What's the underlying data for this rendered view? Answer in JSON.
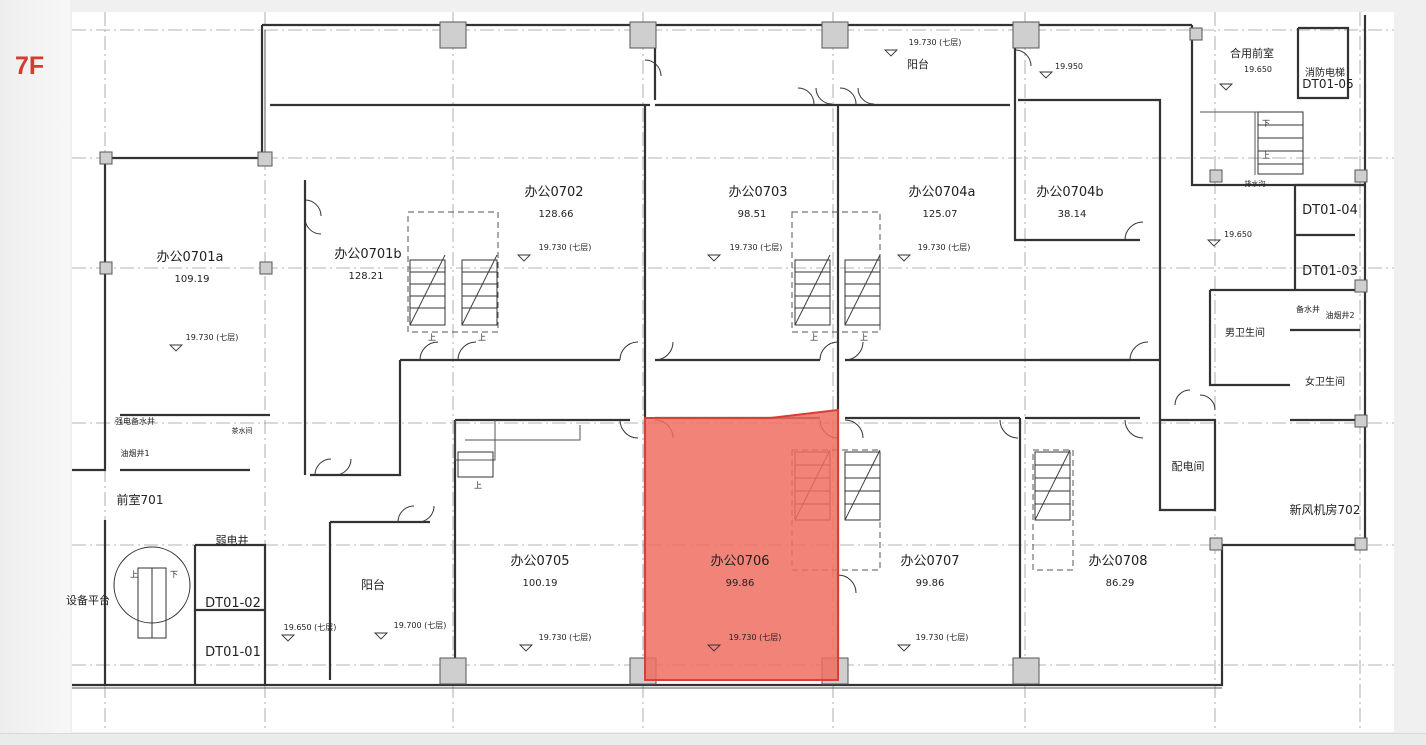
{
  "floor": "7F",
  "highlight_color": "#ee6d60",
  "offices": [
    {
      "name": "办公0701a",
      "area": "109.19"
    },
    {
      "name": "办公0701b",
      "area": "128.21"
    },
    {
      "name": "办公0702",
      "area": "128.66"
    },
    {
      "name": "办公0703",
      "area": "98.51"
    },
    {
      "name": "办公0704a",
      "area": "125.07"
    },
    {
      "name": "办公0704b",
      "area": "38.14"
    },
    {
      "name": "办公0705",
      "area": "100.19"
    },
    {
      "name": "办公0706",
      "area": "99.86"
    },
    {
      "name": "办公0707",
      "area": "99.86"
    },
    {
      "name": "办公0708",
      "area": "86.29"
    }
  ],
  "rooms": {
    "balcony_top": "阳台",
    "balcony_bottom": "阳台",
    "shared_front_room": "合用前室",
    "fire_elevator": "消防电梯",
    "elevator_05": "DT01-05",
    "elevator_04": "DT01-04",
    "elevator_03": "DT01-03",
    "elevator_02": "DT01-02",
    "elevator_01": "DT01-01",
    "mens_toilet": "男卫生间",
    "womens_toilet": "女卫生间",
    "water_room": "备水井",
    "oil_room_2": "油烟井2",
    "oil_room_1": "油烟井1",
    "power_room": "配电间",
    "fresh_air_room": "新风机房702",
    "front_room_701": "前室701",
    "weak_current": "弱电井",
    "equipment_platform": "设备平台",
    "water_room_left": "强电备水井",
    "tea_room": "茶水间",
    "drain": "排水沟"
  },
  "elevations": {
    "e1": "19.730 (七层)",
    "e2": "19.650",
    "e3": "19.950",
    "e4": "19.650 (七层)",
    "e5": "19.700 (七层)"
  },
  "stair_up": "上",
  "stair_down": "下"
}
